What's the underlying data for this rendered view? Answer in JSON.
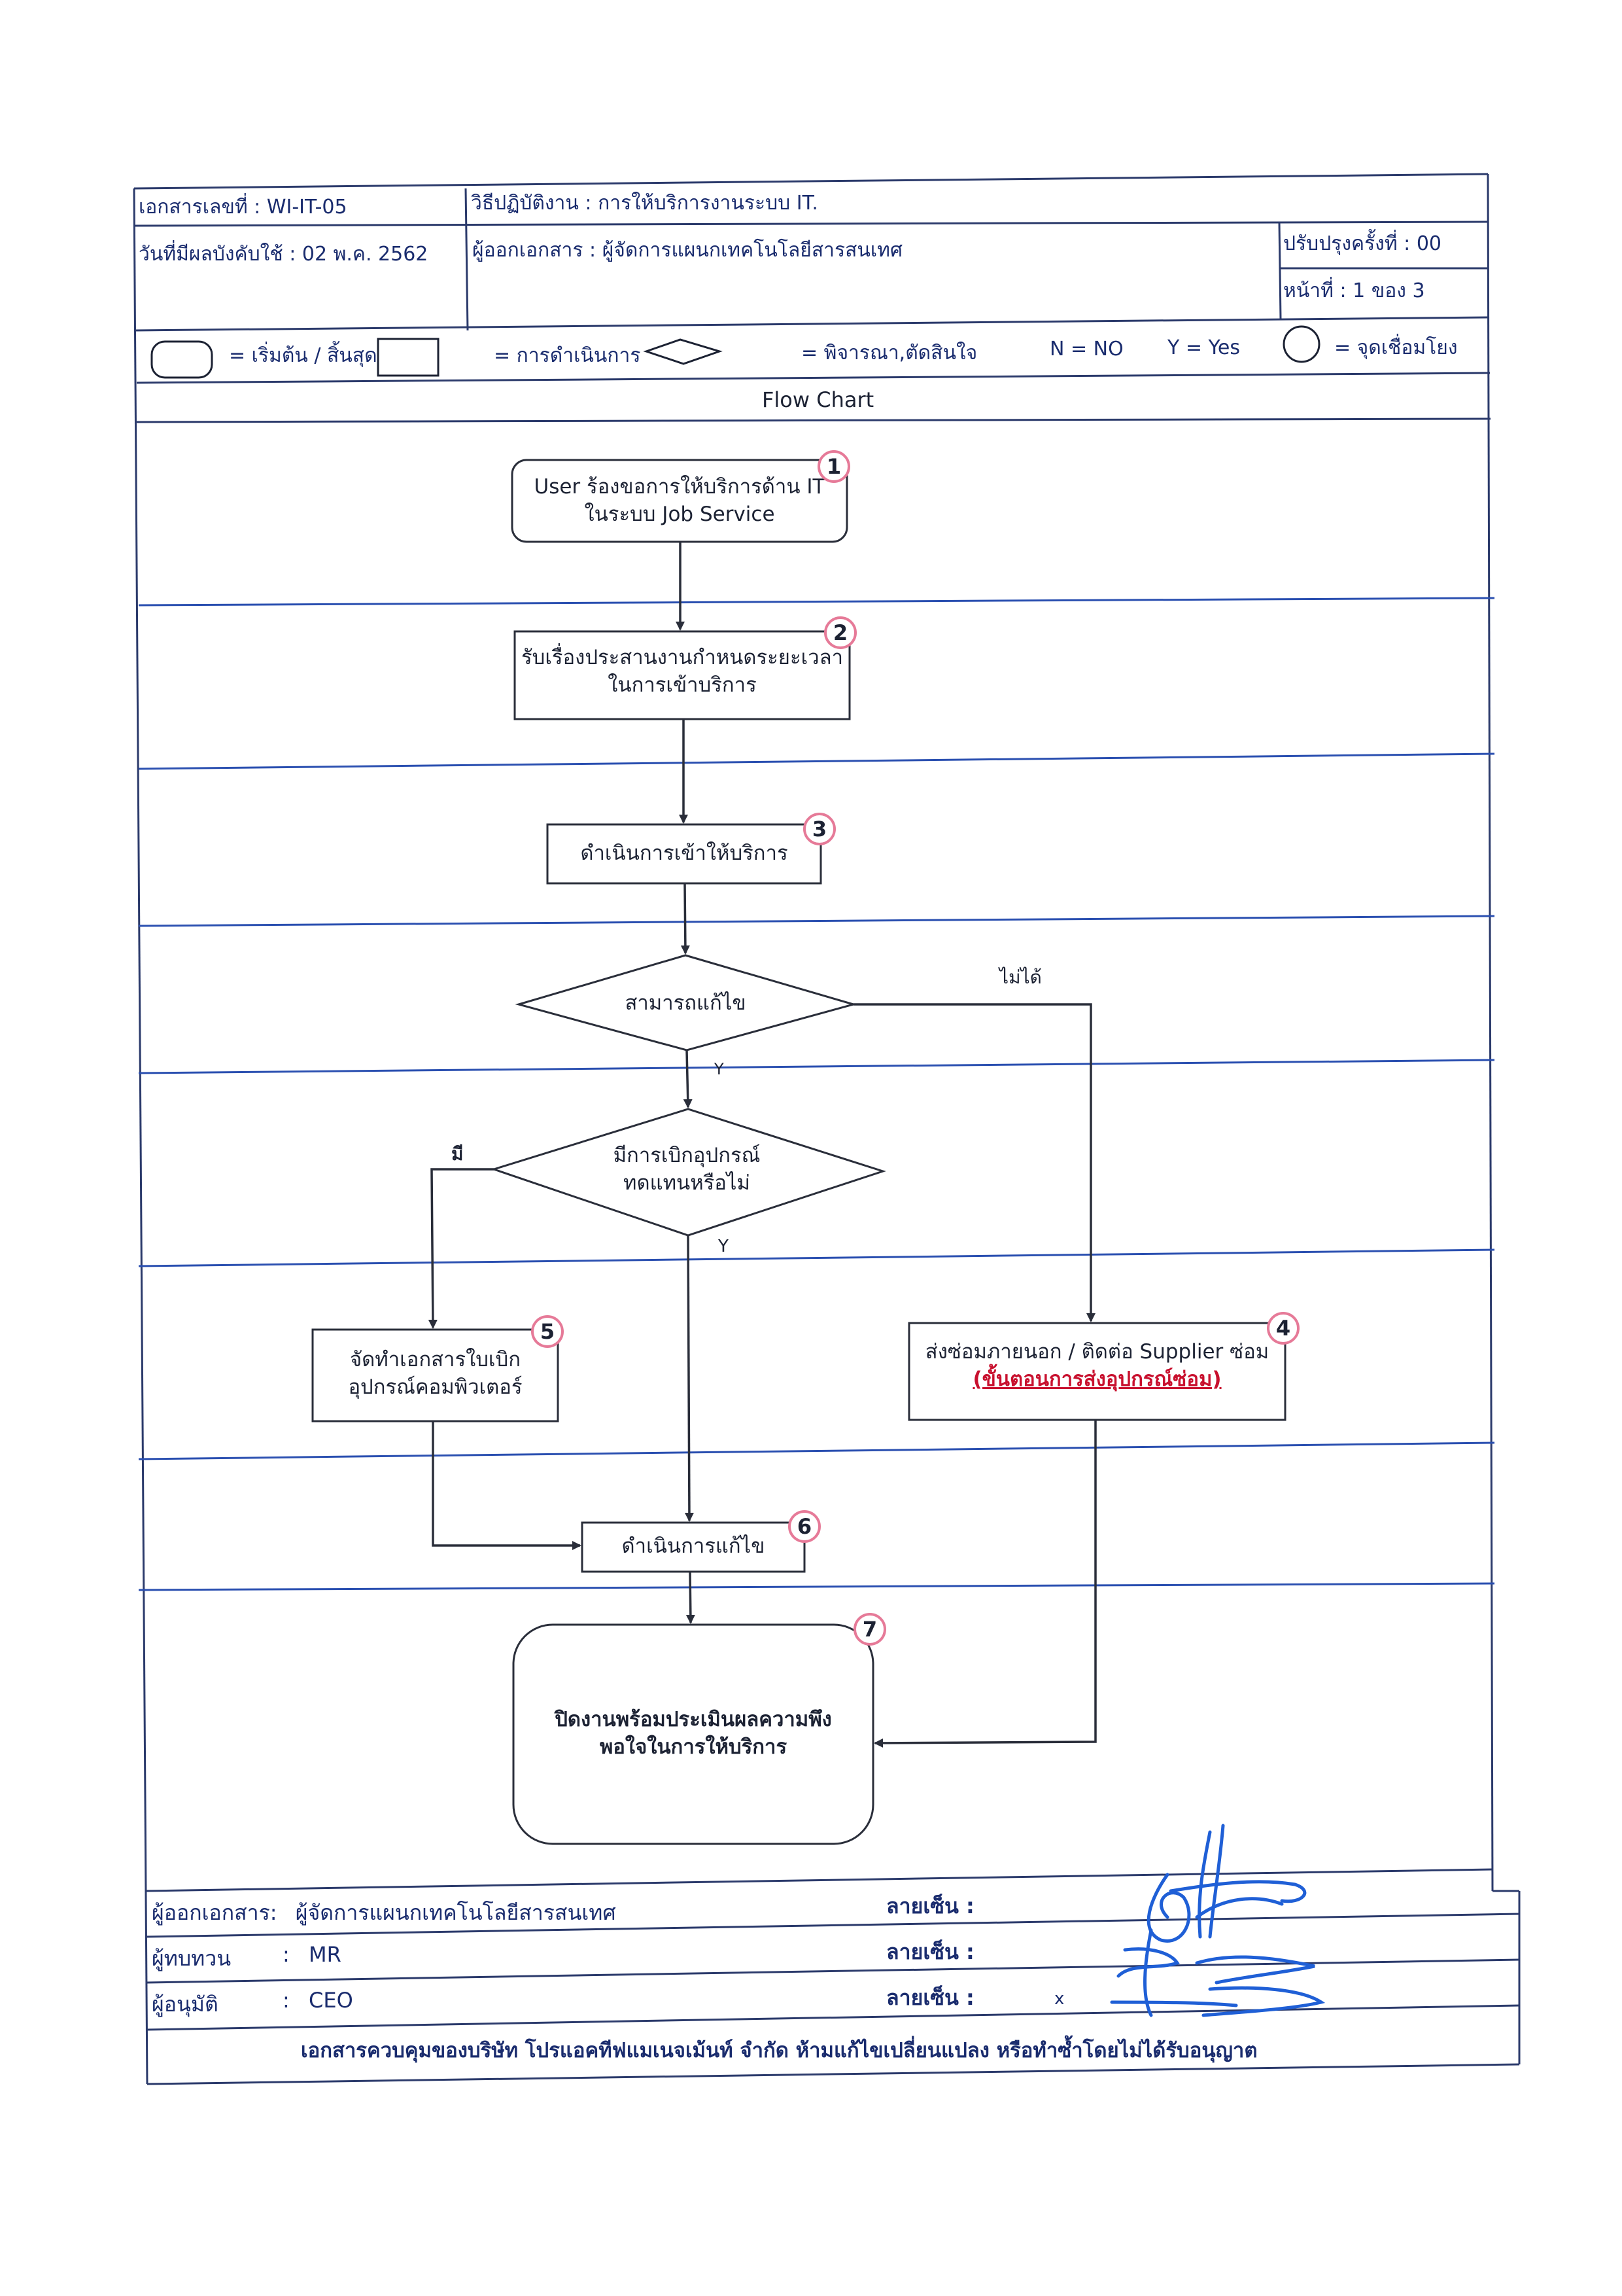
{
  "header": {
    "doc_no_label": "เอกสารเลขที่ :",
    "doc_no_value": "WI-IT-05",
    "procedure_label": "วิธีปฏิบัติงาน :",
    "procedure_value": "การให้บริการงานระบบ IT.",
    "effective_label": "วันที่มีผลบังคับใช้ :",
    "effective_value": "02 พ.ค. 2562",
    "issuer_label": "ผู้ออกเอกสาร :",
    "issuer_value": "ผู้จัดการแผนกเทคโนโลยีสารสนเทศ",
    "revision_label": "ปรับปรุงครั้งที่ :",
    "revision_value": "00",
    "page_label": "หน้าที่ :",
    "page_value": "1 ของ 3"
  },
  "legend": {
    "start_end": "= เริ่มต้น / สิ้นสุด",
    "process": "= การดำเนินการ",
    "decision": "= พิจารณา,ตัดสินใจ",
    "no": "N = NO",
    "yes": "Y = Yes",
    "connector": "= จุดเชื่อมโยง"
  },
  "section_title": "Flow Chart",
  "flow": {
    "step1_line1": "User ร้องขอการให้บริการด้าน IT",
    "step1_line2": "ในระบบ Job Service",
    "step1_num": "1",
    "step2_line1": "รับเรื่องประสานงานกำหนดระยะเวลา",
    "step2_line2": "ในการเข้าบริการ",
    "step2_num": "2",
    "step3": "ดำเนินการเข้าให้บริการ",
    "step3_num": "3",
    "decision1": "สามารถแก้ไข",
    "decision1_no_label": "ไม่ได้",
    "decision1_yes_label": "Y",
    "decision2_line1": "มีการเบิกอุปกรณ์",
    "decision2_line2": "ทดแทนหรือไม่",
    "decision2_has_label": "มี",
    "decision2_yes_label": "Y",
    "step4_line1": "ส่งซ่อมภายนอก / ติดต่อ Supplier ซ่อม",
    "step4_link": "(ขั้นตอนการส่งอุปกรณ์ซ่อม)",
    "step4_num": "4",
    "step5_line1": "จัดทำเอกสารใบเบิก",
    "step5_line2": "อุปกรณ์คอมพิวเตอร์",
    "step5_num": "5",
    "step6": "ดำเนินการแก้ไข",
    "step6_num": "6",
    "step7_line1": "ปิดงานพร้อมประเมินผลความพึง",
    "step7_line2": "พอใจในการให้บริการ",
    "step7_num": "7"
  },
  "footer": {
    "issuer_label": "ผู้ออกเอกสาร:",
    "issuer_value": "ผู้จัดการแผนกเทคโนโลยีสารสนเทศ",
    "reviewer_label": "ผู้ทบทวน",
    "reviewer_value": "MR",
    "approver_label": "ผู้อนุมัติ",
    "approver_value": "CEO",
    "colon": ":",
    "signature_label": "ลายเซ็น :",
    "mark": "x",
    "notice": "เอกสารควบคุมของบริษัท โปรแอคทีฟแมเนจเม้นท์ จำกัด ห้ามแก้ไขเปลี่ยนแปลง หรือทำซ้ำโดยไม่ได้รับอนุญาต"
  },
  "colors": {
    "ink_blue": "#1a2c6e",
    "badge_pink": "#e67a98",
    "link_red": "#c8102e",
    "signature_blue": "#1f5fd6"
  }
}
